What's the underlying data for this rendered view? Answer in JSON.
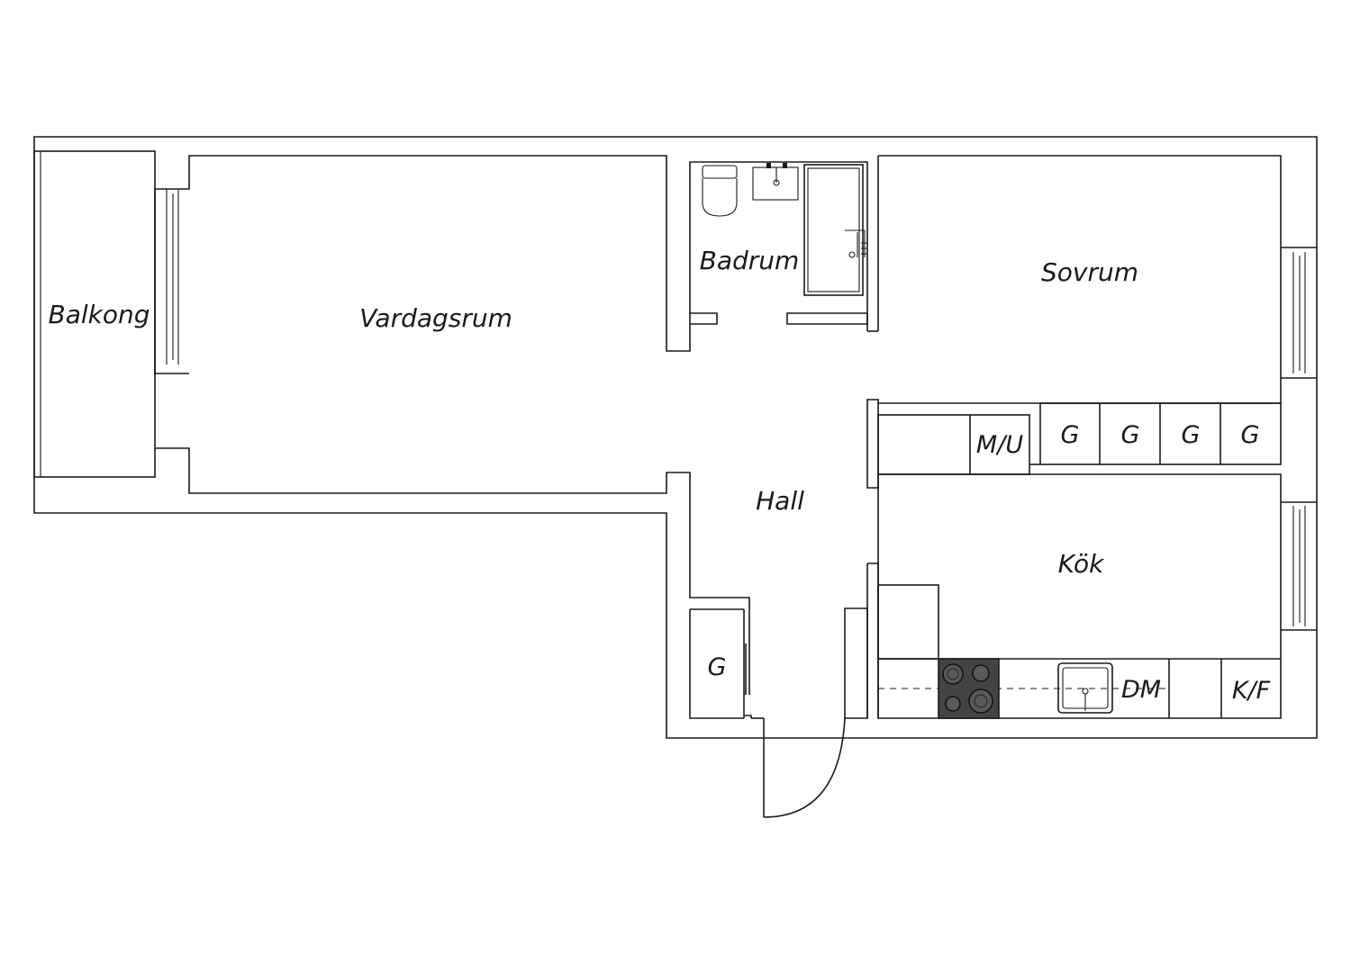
{
  "rooms": {
    "balcony": "Balkong",
    "living_room": "Vardagsrum",
    "bathroom": "Badrum",
    "bedroom": "Sovrum",
    "hall": "Hall",
    "kitchen": "Kök"
  },
  "fixtures": {
    "bedroom_wardrobe_labels": [
      "G",
      "G",
      "G",
      "G"
    ],
    "washer_dryer": "M/U",
    "hall_wardrobe": "G",
    "dishwasher": "DM",
    "fridge_freezer": "K/F"
  },
  "colors": {
    "line": "#1a1a1a",
    "background": "#ffffff",
    "stove": "#444444"
  },
  "icons": [
    "toilet-icon",
    "sink-icon",
    "bathtub-icon",
    "stove-icon",
    "kitchen-sink-icon",
    "door-swing-icon",
    "window-icon"
  ]
}
